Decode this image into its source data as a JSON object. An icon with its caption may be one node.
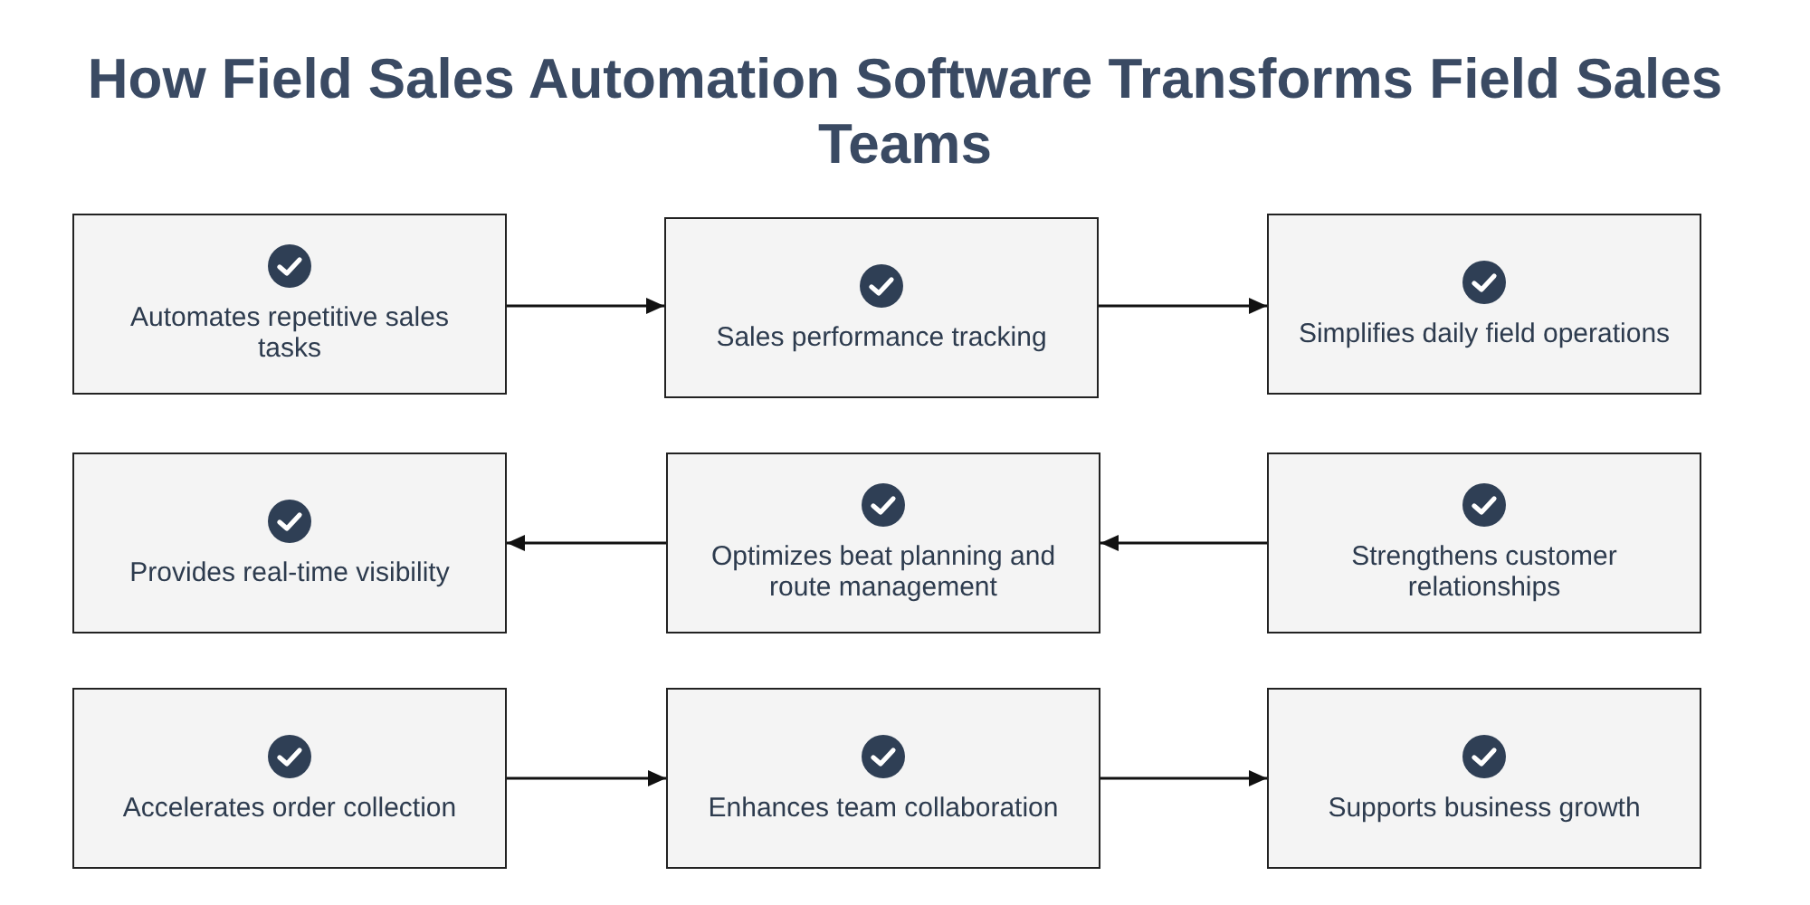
{
  "diagram": {
    "title": "How Field Sales Automation Software Transforms Field Sales Teams",
    "nodes": [
      {
        "text": [
          "Automates repetitive sales tasks"
        ]
      },
      {
        "text": [
          "Sales performance tracking"
        ]
      },
      {
        "text": [
          "Simplifies daily field operations"
        ]
      },
      {
        "text": [
          "Provides real-time visibility"
        ]
      },
      {
        "text": [
          "Optimizes beat planning and route management"
        ]
      },
      {
        "text": [
          "Strengthens customer relationships"
        ]
      },
      {
        "text": [
          "Accelerates order collection"
        ]
      },
      {
        "text": [
          "Enhances team collaboration"
        ]
      },
      {
        "text": [
          "Supports business growth"
        ]
      }
    ],
    "edges": [
      {
        "from": 0,
        "to": 1,
        "arrow": "to"
      },
      {
        "from": 1,
        "to": 2,
        "arrow": "to"
      },
      {
        "from": 5,
        "to": 4,
        "arrow": "to"
      },
      {
        "from": 4,
        "to": 3,
        "arrow": "to"
      },
      {
        "from": 6,
        "to": 7,
        "arrow": "to"
      },
      {
        "from": 7,
        "to": 8,
        "arrow": "to"
      }
    ]
  }
}
